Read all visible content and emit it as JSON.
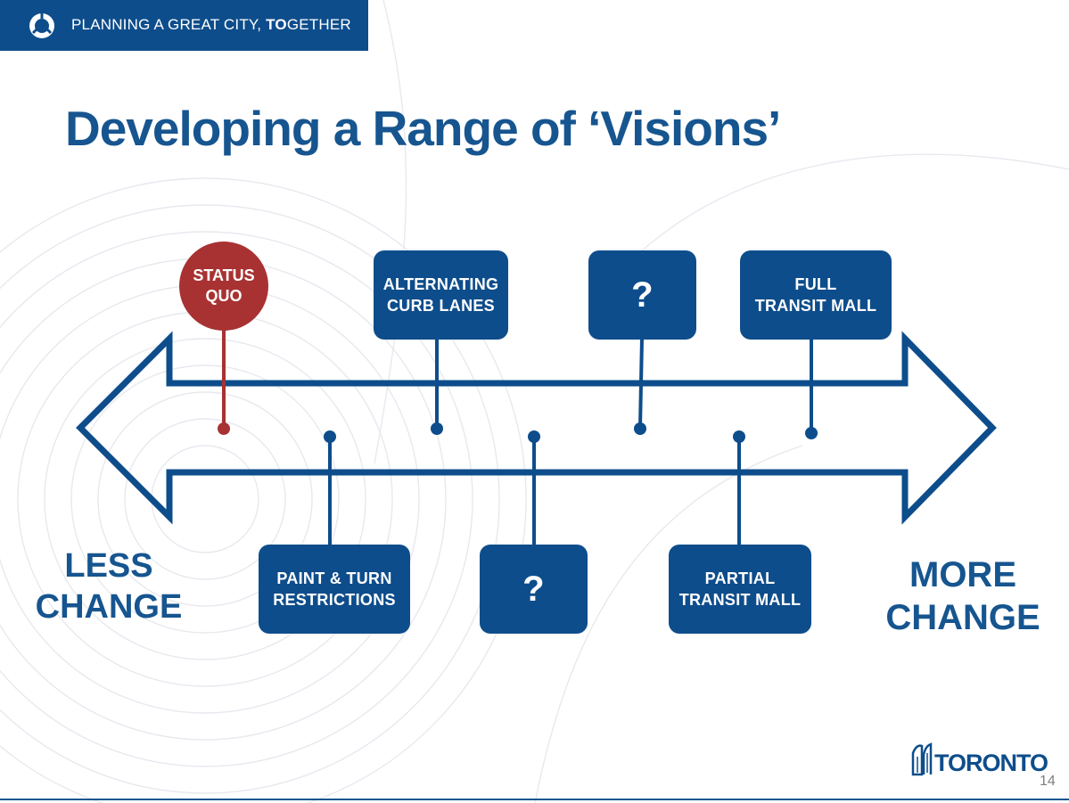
{
  "banner": {
    "text_normal": "PLANNING A GREAT CITY, ",
    "text_bold": "TO",
    "text_end": "GETHER"
  },
  "title": "Developing a Range of ‘Visions’",
  "status_quo": "STATUS\nQUO",
  "boxes_top": [
    {
      "label": "ALTERNATING\nCURB LANES"
    },
    {
      "label": "?"
    },
    {
      "label": "FULL\nTRANSIT MALL"
    }
  ],
  "boxes_bottom": [
    {
      "label": "PAINT & TURN\nRESTRICTIONS"
    },
    {
      "label": "?"
    },
    {
      "label": "PARTIAL\nTRANSIT MALL"
    }
  ],
  "less_change": "LESS\nCHANGE",
  "more_change": "MORE\nCHANGE",
  "logo_text": "TORONTO",
  "page_number": "14",
  "colors": {
    "primary": "#0e4d8b",
    "status_quo": "#a83232",
    "title": "#16558f"
  },
  "icons": {
    "banner": "city-ring-icon",
    "logo": "toronto-city-hall-icon"
  }
}
